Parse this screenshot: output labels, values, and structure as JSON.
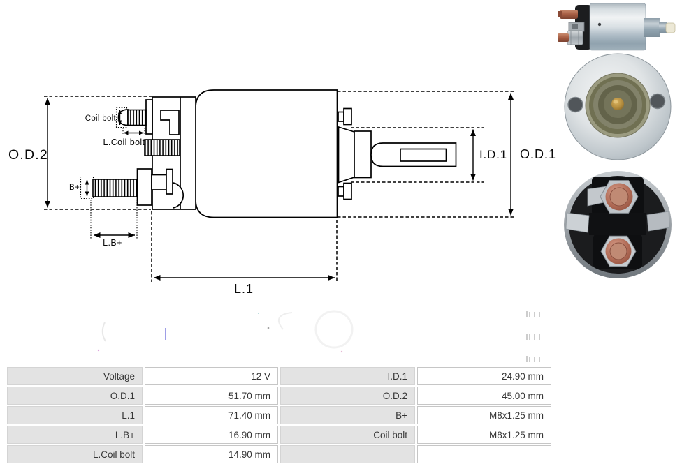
{
  "page": {
    "background": "#ffffff"
  },
  "diagram": {
    "labels": {
      "od2": "O.D.2",
      "coil_bolt": "Coil bolt",
      "l_coil_bolt": "L.Coil bolt",
      "b_plus": "B+",
      "l_b_plus": "L.B+",
      "l1": "L.1",
      "id1": "I.D.1",
      "od1": "O.D.1"
    }
  },
  "photos": {
    "side_view": "solenoid-side-photo",
    "front_view": "solenoid-front-flange-photo",
    "rear_view": "solenoid-rear-terminals-photo"
  },
  "spec_table": {
    "rows": [
      [
        "Voltage",
        "12 V",
        "I.D.1",
        "24.90 mm"
      ],
      [
        "O.D.1",
        "51.70 mm",
        "O.D.2",
        "45.00 mm"
      ],
      [
        "L.1",
        "71.40 mm",
        "B+",
        "M8x1.25 mm"
      ],
      [
        "L.B+",
        "16.90 mm",
        "Coil bolt",
        "M8x1.25 mm"
      ],
      [
        "L.Coil bolt",
        "14.90 mm",
        "",
        ""
      ]
    ]
  },
  "colors": {
    "line": "#000000",
    "table_label_bg": "#e3e3e3",
    "table_value_border": "#c6c6c6",
    "copper": "#b4705a",
    "steel": "#c3ccd2",
    "brass": "#b18a3c"
  }
}
